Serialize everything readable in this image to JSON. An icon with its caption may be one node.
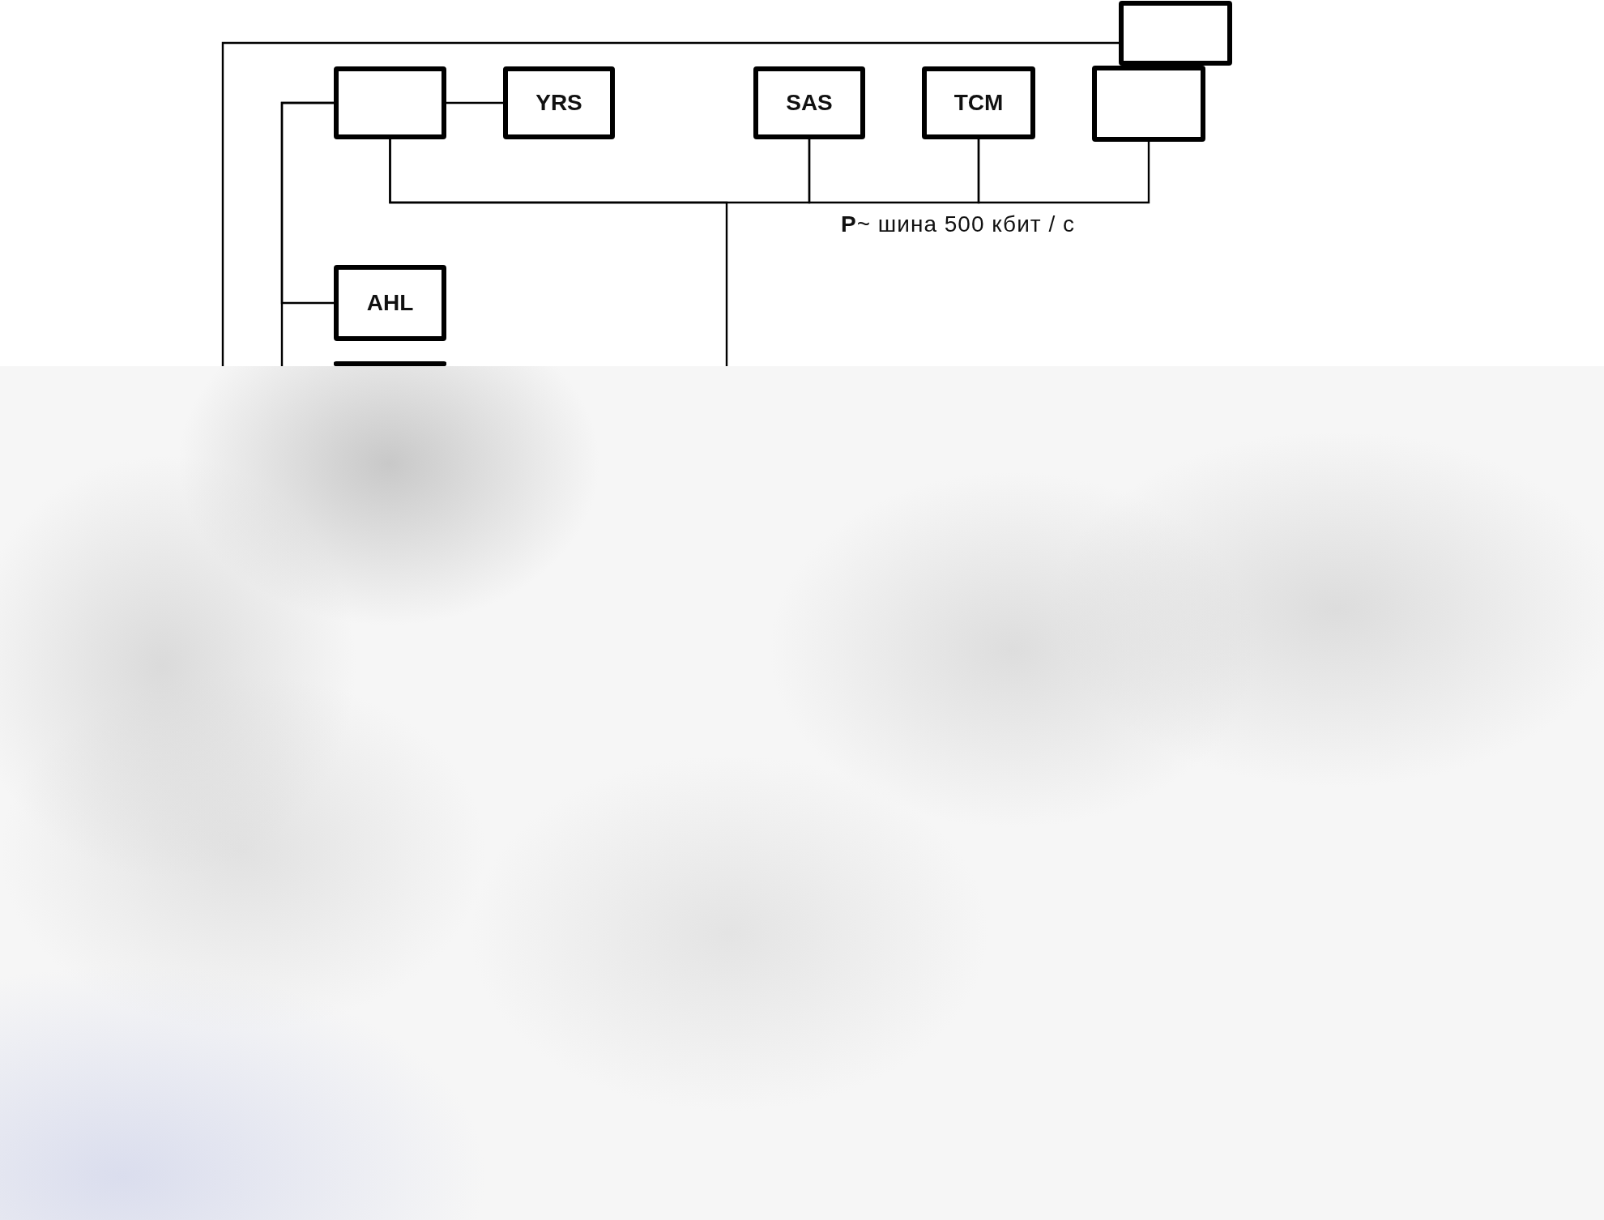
{
  "diagram": {
    "nodes": [
      {
        "text": [],
        "shape": "box"
      },
      {
        "text": [],
        "shape": "box"
      },
      {
        "text": [
          "YRS"
        ]
      },
      {
        "text": [
          "SAS"
        ]
      },
      {
        "text": [
          "TCM"
        ]
      },
      {
        "text": [],
        "shape": "box"
      },
      {
        "text": [
          "AHL"
        ]
      },
      {
        "text": [],
        "shape": "box"
      }
    ],
    "edges": [
      {
        "from": 0,
        "to": null,
        "arrow": "none"
      },
      {
        "from": 1,
        "to": 2,
        "arrow": "none"
      },
      {
        "from": 1,
        "to": 6,
        "arrow": "none"
      },
      {
        "from": 1,
        "to": null,
        "arrow": "none"
      },
      {
        "from": 1,
        "to": 3,
        "arrow": "none"
      },
      {
        "from": 3,
        "to": 4,
        "arrow": "none"
      },
      {
        "from": 4,
        "to": 5,
        "arrow": "none"
      },
      {
        "from": 1,
        "to": null,
        "arrow": "none"
      }
    ],
    "labels": [
      "**P**~ шина 500 кбит / с"
    ]
  }
}
